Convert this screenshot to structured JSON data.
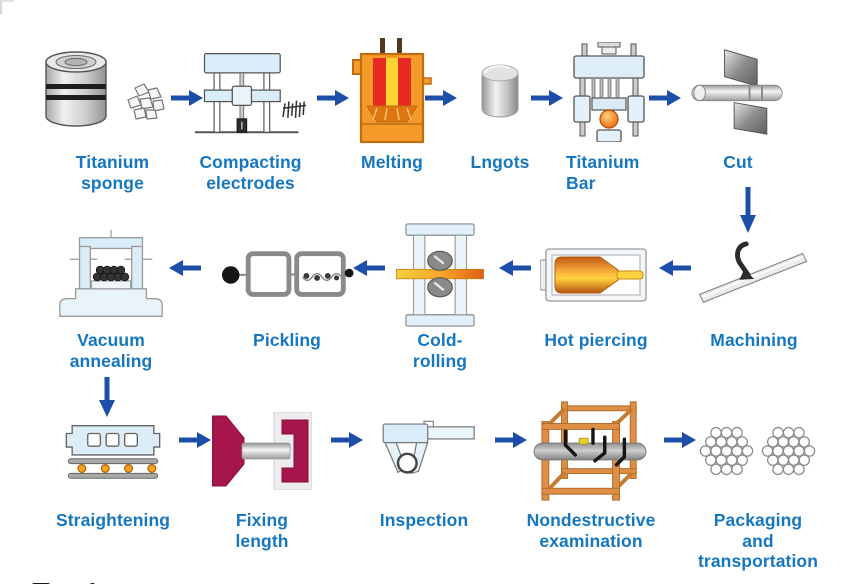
{
  "diagram": {
    "subject": "Titanium product manufacturing process flow",
    "colors": {
      "label_blue": "#1577c0",
      "arrow_blue": "#1e4fa8",
      "furnace_orange": "#f59b2a",
      "billet_orange": "#ffb73e",
      "fixing_crimson": "#a5164c",
      "scaffold_orange": "#dd8f45",
      "machine_lightblue": "#d9ecf7",
      "metal_gray": "#c2c2c2"
    },
    "flow_sequence": [
      "Titanium sponge",
      "Compacting electrodes",
      "Melting",
      "Lngots",
      "Titanium Bar",
      "Cut",
      "Machining",
      "Hot piercing",
      "Cold-rolling",
      "Pickling",
      "Vacuum annealing",
      "Straightening",
      "Fixing length",
      "Inspection",
      "Nondestructive examination",
      "Packaging and transportation"
    ]
  },
  "steps": {
    "titanium_sponge": {
      "label": "Titanium\nsponge"
    },
    "compacting_electrodes": {
      "label": "Compacting\nelectrodes"
    },
    "melting": {
      "label": "Melting"
    },
    "ingots": {
      "label": "Lngots"
    },
    "titanium_bar": {
      "label": "Titanium\nBar"
    },
    "cut": {
      "label": "Cut"
    },
    "machining": {
      "label": "Machining"
    },
    "hot_piercing": {
      "label": "Hot piercing"
    },
    "cold_rolling": {
      "label": "Cold-rolling"
    },
    "pickling": {
      "label": "Pickling"
    },
    "vacuum_annealing": {
      "label": "Vacuum\nannealing"
    },
    "straightening": {
      "label": "Straightening"
    },
    "fixing_length": {
      "label": "Fixing length"
    },
    "inspection": {
      "label": "Inspection"
    },
    "nondestructive_examination": {
      "label": "Nondestructive\nexamination"
    },
    "packaging_transportation": {
      "label": "Packaging and\ntransportation"
    }
  }
}
